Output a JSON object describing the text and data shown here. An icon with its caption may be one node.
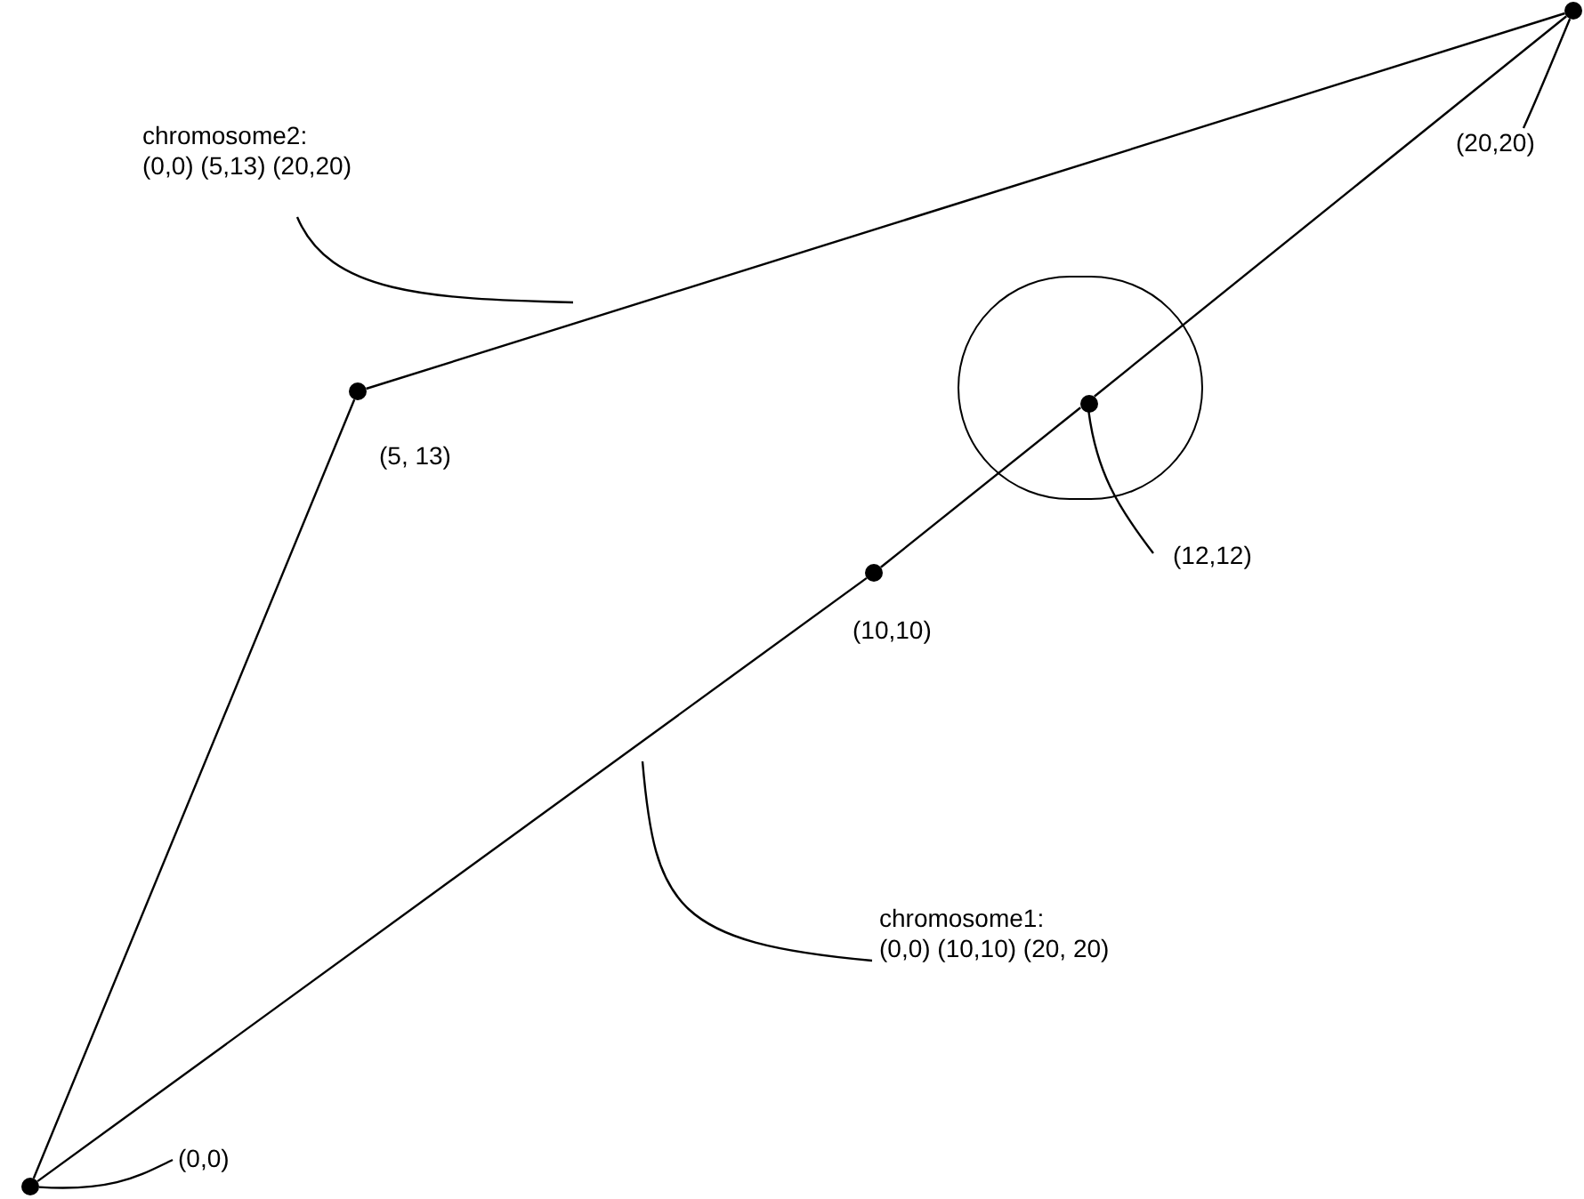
{
  "diagram": {
    "nodes": [
      {
        "text": [
          "chromosome2:",
          "(0,0) (5,13) (20,20)"
        ]
      },
      {
        "text": [
          "(20,20)"
        ]
      },
      {
        "text": [],
        "shape": "dot"
      },
      {
        "text": [],
        "shape": "dot",
        "beside": [
          "(5, 13)"
        ]
      },
      {
        "text": [],
        "shape": "circle"
      },
      {
        "text": [],
        "shape": "dot",
        "in": 4
      },
      {
        "text": [],
        "shape": "dot",
        "beside": [
          "(10,10)"
        ]
      },
      {
        "text": [
          "(12,12)"
        ]
      },
      {
        "text": [
          "chromosome1:",
          "(0,0) (10,10) (20, 20)"
        ]
      },
      {
        "text": [],
        "shape": "dot"
      },
      {
        "text": [
          "(0,0)"
        ]
      }
    ],
    "edges": [
      {
        "from": 9,
        "to": 3,
        "arrow": "none"
      },
      {
        "from": 3,
        "to": 2,
        "arrow": "none"
      },
      {
        "from": 9,
        "to": 6,
        "arrow": "none"
      },
      {
        "from": 6,
        "to": 5,
        "arrow": "none"
      },
      {
        "from": 5,
        "to": 2,
        "arrow": "none"
      },
      {
        "from": 0,
        "to": null,
        "arrow": "none"
      },
      {
        "from": 1,
        "to": 2,
        "arrow": "none"
      },
      {
        "from": 7,
        "to": 5,
        "arrow": "none"
      },
      {
        "from": 8,
        "to": null,
        "arrow": "none"
      },
      {
        "from": 10,
        "to": 9,
        "arrow": "none"
      }
    ]
  }
}
